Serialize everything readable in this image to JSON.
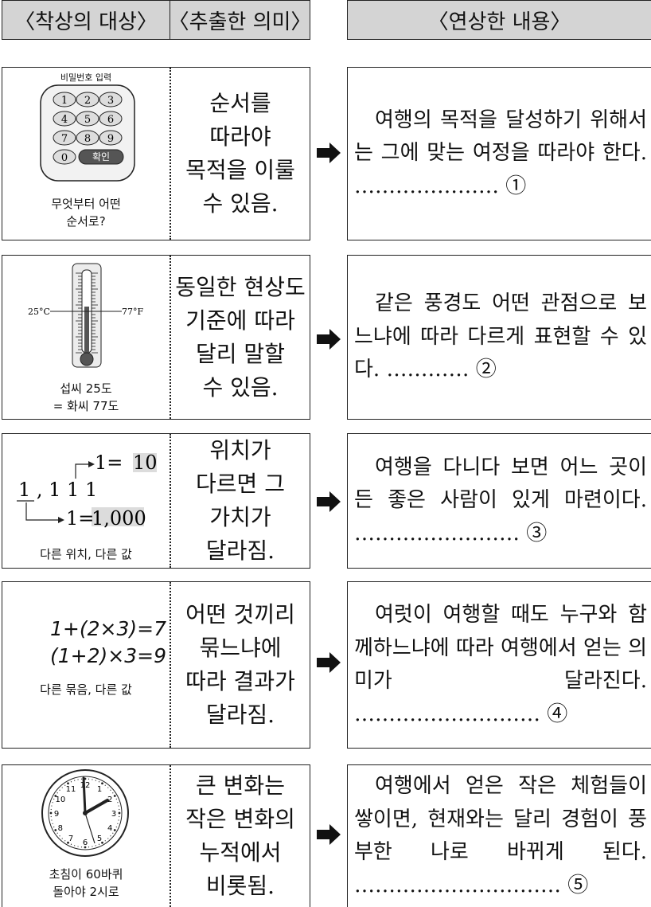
{
  "headers": {
    "object": "〈착상의 대상〉",
    "meaning": "〈추출한 의미〉",
    "content": "〈연상한 내용〉"
  },
  "rows": [
    {
      "caption": "무엇부터 어떤\n순서로?",
      "keypad_title": "비밀번호 입력",
      "keys": [
        "1",
        "2",
        "3",
        "4",
        "5",
        "6",
        "7",
        "8",
        "9",
        "0"
      ],
      "confirm_key": "확인",
      "meaning": "순서를\n따라야\n목적을 이룰\n수 있음.",
      "content": "여행의 목적을 달성하기 위해서는 그에 맞는 여정을 따라야 한다. ………………… ①"
    },
    {
      "caption": "섭씨 25도\n= 화씨 77도",
      "thermo_left": "25°C",
      "thermo_right": "77°F",
      "meaning": "동일한 현상도\n기준에 따라\n달리 말할\n수 있음.",
      "content": "같은 풍경도 어떤 관점으로 보느냐에 따라 다르게 표현할 수 있다. ………… ②"
    },
    {
      "caption": "다른 위치, 다른 값",
      "place_top": "1=",
      "place_top_val": "10",
      "place_mid": "1 , 1 1 1",
      "place_bottom": "1=",
      "place_bottom_val": "1,000",
      "meaning": "위치가\n다르면 그\n가치가\n달라짐.",
      "content": "여행을 다니다 보면 어느 곳이든 좋은 사람이 있게 마련이다. …………………… ③"
    },
    {
      "caption": "다른 묶음, 다른 값",
      "expr1": "1+(2×3)=7",
      "expr2": "(1+2)×3=9",
      "meaning": "어떤 것끼리\n묶느냐에\n따라 결과가\n달라짐.",
      "content": "여럿이 여행할 때도 누구와 함께하느냐에 따라 여행에서 얻는 의미가 달라진다. ……………………… ④"
    },
    {
      "caption": "초침이 60바퀴\n돌아야 2시로",
      "clock_numbers": [
        "12",
        "1",
        "2",
        "3",
        "4",
        "5",
        "6",
        "7",
        "8",
        "9",
        "10",
        "11"
      ],
      "meaning": "큰 변화는\n작은 변화의\n누적에서\n비롯됨.",
      "content": "여행에서 얻은 작은 체험들이 쌓이면, 현재와는 달리 경험이 풍부한 나로 바뀌게 된다. ………………………… ⑤"
    }
  ]
}
